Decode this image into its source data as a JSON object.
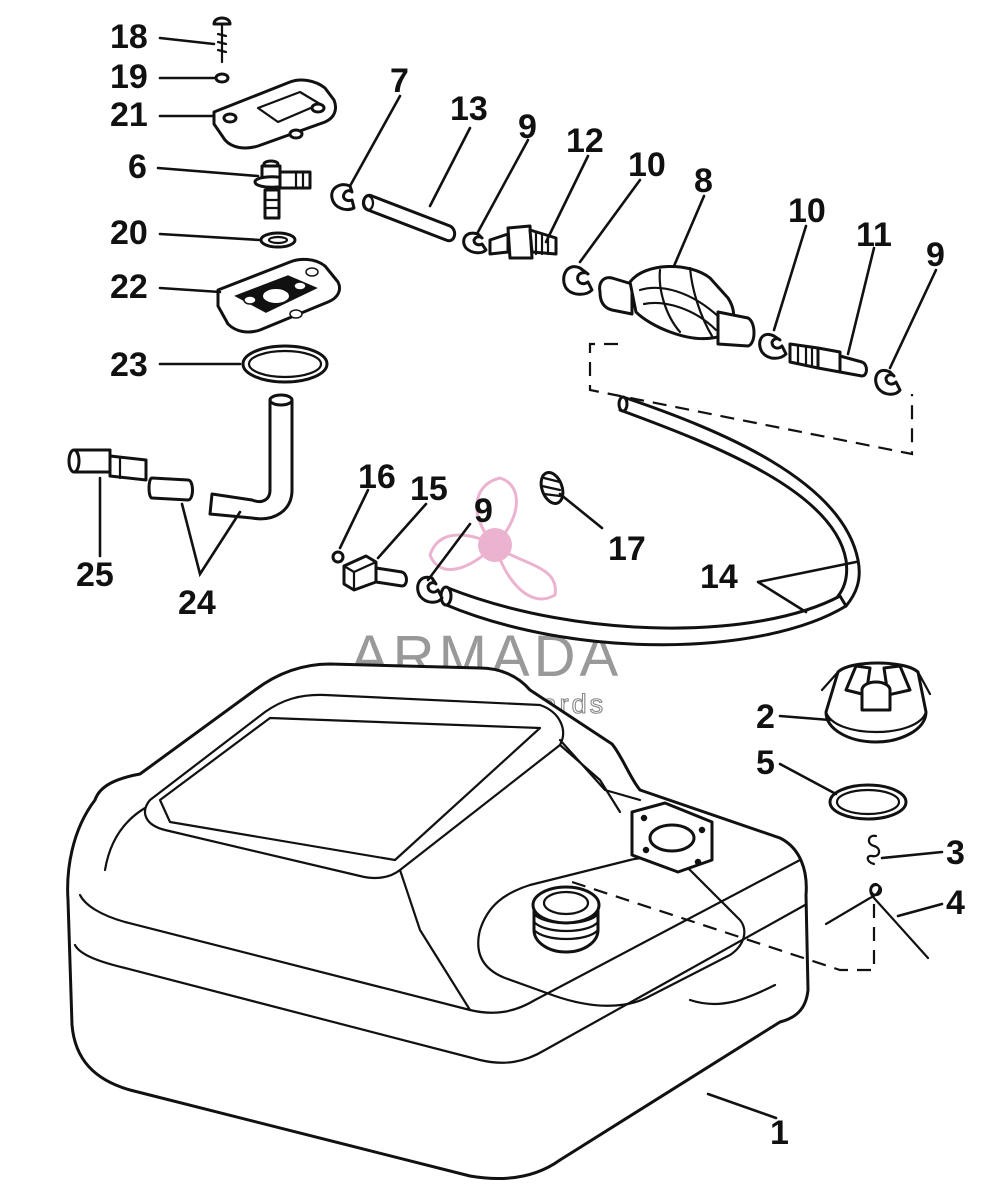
{
  "callouts": {
    "c18": "18",
    "c19": "19",
    "c21": "21",
    "c6": "6",
    "c20": "20",
    "c22": "22",
    "c23": "23",
    "c25": "25",
    "c24": "24",
    "c7": "7",
    "c13": "13",
    "c9a": "9",
    "c12": "12",
    "c10a": "10",
    "c8": "8",
    "c10b": "10",
    "c11": "11",
    "c9b": "9",
    "c16": "16",
    "c15": "15",
    "c9c": "9",
    "c17": "17",
    "c14": "14",
    "c2": "2",
    "c5": "5",
    "c3": "3",
    "c4": "4",
    "c1": "1"
  },
  "watermark": {
    "brand": "ARMADA",
    "tagline": "marine outboards",
    "logo": "propeller-logo",
    "logo_color": "#e8a6c8"
  },
  "colors": {
    "ink": "#111111",
    "watermark_gray": "#777777"
  }
}
